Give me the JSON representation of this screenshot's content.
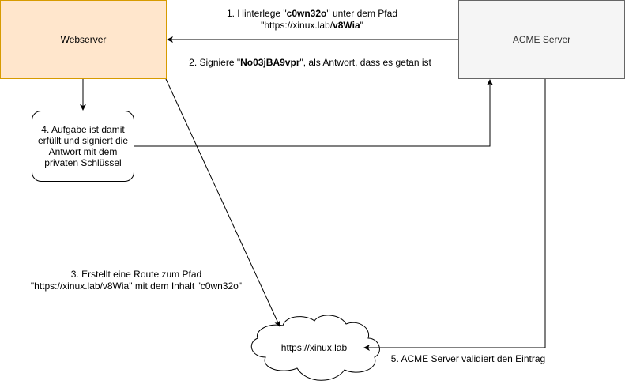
{
  "nodes": {
    "webserver": "Webserver",
    "acme_server": "ACME Server",
    "task_done": "4. Aufgabe ist damit erfüllt und signiert die Antwort mit dem privaten Schlüssel",
    "cloud": "https://xinux.lab"
  },
  "edges": {
    "step1": {
      "pre": "1. Hinterlege \"",
      "token": "c0wn32o",
      "mid": "\" unter dem Pfad",
      "path_pre": "\"https://xinux.lab/",
      "path_bold": "v8Wia",
      "path_post": "\""
    },
    "step2": {
      "pre": "2. Signiere \"",
      "token": "No03jBA9vpr",
      "post": "\", als Antwort, dass es getan ist"
    },
    "step3": {
      "line1": "3. Erstellt eine Route zum Pfad",
      "line2": "\"https://xinux.lab/v8Wia\" mit dem Inhalt \"c0wn32o\""
    },
    "step5": "5. ACME Server validiert den Eintrag"
  },
  "colors": {
    "webserver_fill": "#ffe6cc",
    "webserver_stroke": "#d79b00",
    "acme_fill": "#f5f5f5",
    "acme_stroke": "#666666",
    "edge": "#000000"
  }
}
